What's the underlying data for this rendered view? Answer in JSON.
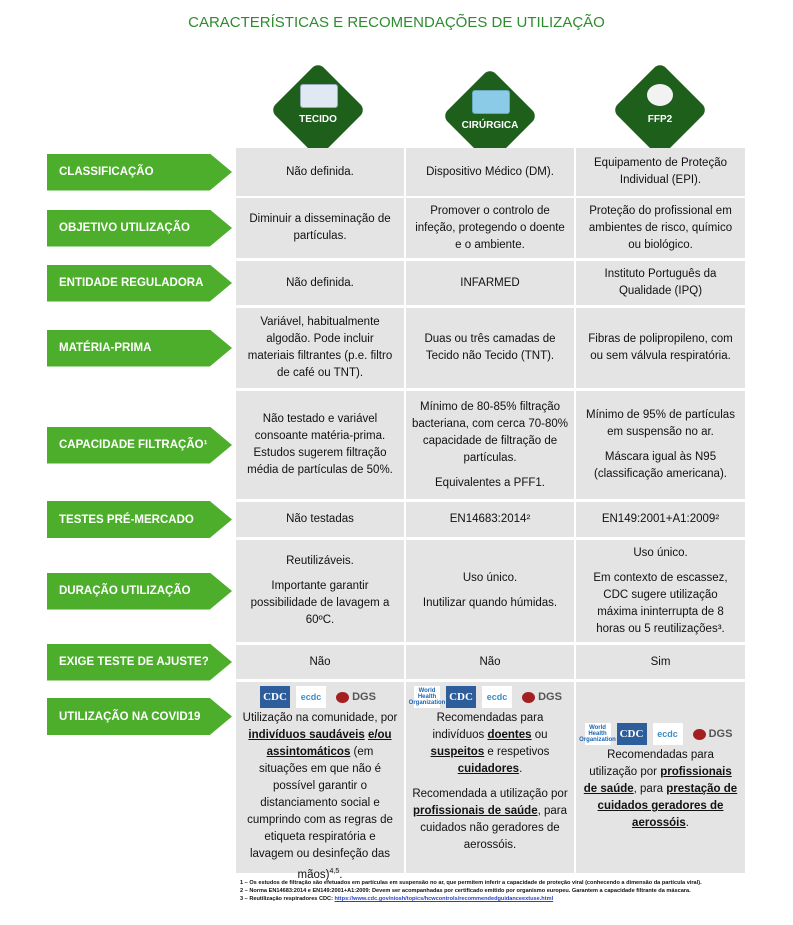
{
  "title": "CARACTERÍSTICAS E RECOMENDAÇÕES DE UTILIZAÇÃO",
  "columns": [
    {
      "label": "TECIDO",
      "icon": "cloth-mask-icon"
    },
    {
      "label": "CIRÚRGICA",
      "icon": "surgical-mask-icon"
    },
    {
      "label": "FFP2",
      "icon": "ffp2-respirator-icon"
    }
  ],
  "rows": [
    {
      "label": "CLASSIFICAÇÃO",
      "cells": [
        [
          "Não definida."
        ],
        [
          "Dispositivo Médico (DM)."
        ],
        [
          "Equipamento de Proteção Individual (EPI)."
        ]
      ]
    },
    {
      "label": "OBJETIVO UTILIZAÇÃO",
      "cells": [
        [
          "Diminuir a disseminação de partículas."
        ],
        [
          "Promover o controlo de infeção, protegendo o doente e o ambiente."
        ],
        [
          "Proteção do profissional em ambientes de risco, químico ou biológico."
        ]
      ]
    },
    {
      "label": "ENTIDADE REGULADORA",
      "cells": [
        [
          "Não definida."
        ],
        [
          "INFARMED"
        ],
        [
          "Instituto Português da Qualidade (IPQ)"
        ]
      ]
    },
    {
      "label": "MATÉRIA-PRIMA",
      "cells": [
        [
          "Variável, habitualmente algodão. Pode incluir materiais filtrantes (p.e. filtro de café ou TNT)."
        ],
        [
          "Duas ou três camadas de Tecido não Tecido (TNT)."
        ],
        [
          "Fibras de polipropileno, com ou sem válvula respiratória."
        ]
      ]
    },
    {
      "label": "CAPACIDADE FILTRAÇÃO¹",
      "cells": [
        [
          "Não testado e variável consoante matéria-prima. Estudos sugerem filtração média de partículas de 50%."
        ],
        [
          "Mínimo de 80-85% filtração bacteriana, com cerca 70-80% capacidade de filtração de partículas.",
          "Equivalentes a PFF1."
        ],
        [
          "Mínimo de 95% de partículas em suspensão no ar.",
          "Máscara igual às N95 (classificação americana)."
        ]
      ]
    },
    {
      "label": "TESTES PRÉ-MERCADO",
      "cells": [
        [
          "Não testadas"
        ],
        [
          "EN14683:2014²"
        ],
        [
          "EN149:2001+A1:2009²"
        ]
      ]
    },
    {
      "label": "DURAÇÃO UTILIZAÇÃO",
      "cells": [
        [
          "Reutilizáveis.",
          "Importante garantir possibilidade de lavagem a 60ºC."
        ],
        [
          "Uso único.",
          "Inutilizar quando húmidas."
        ],
        [
          "Uso único.",
          "Em contexto de escassez, CDC sugere utilização máxima ininterrupta de 8 horas ou 5 reutilizações³."
        ]
      ]
    },
    {
      "label": "EXIGE TESTE DE AJUSTE?",
      "cells": [
        [
          "Não"
        ],
        [
          "Não"
        ],
        [
          "Sim"
        ]
      ]
    }
  ],
  "covid": {
    "label": "UTILIZAÇÃO NA COVID19",
    "logos": {
      "who": "World Health Organization",
      "cdc": "CDC",
      "ecdc": "ecdc",
      "dgs": "DGS"
    },
    "c1": {
      "t1": "Utilização na comunidade, por ",
      "u1": "indivíduos saudáveis",
      "t2": " ",
      "u2": "e/ou assintomáticos",
      "t3": " (em situações em que não é possível garantir o distanciamento social e cumprindo com as regras de etiqueta respiratória e lavagem ou desinfeção das mãos)",
      "sup": "4,5",
      "t4": "."
    },
    "c2": {
      "t1": "Recomendadas para indivíduos ",
      "u1": "doentes",
      "t2": " ou ",
      "u2": "suspeitos",
      "t3": " e respetivos ",
      "u3": "cuidadores",
      "t4": ".",
      "p2a": "Recomendada a utilização por ",
      "p2u": "profissionais de saúde",
      "p2b": ", para cuidados não geradores de aerossóis."
    },
    "c3": {
      "t1": "Recomendadas para utilização por ",
      "u1": "profissionais de saúde",
      "t2": ", para ",
      "u2": "prestação de cuidados geradores de aerossóis",
      "t3": "."
    }
  },
  "footnotes": {
    "f1": "1 – Os estudos de filtração são efetuados em partículas em suspensão no ar, que permitem inferir a capacidade de proteção viral (conhecendo a dimensão da partícula viral).",
    "f2": "2 – Norma EN14683:2014 e EN149:2001+A1:2009: Devem ser acompanhadas por certificado emitido por organismo europeu. Garantem a capacidade filtrante da máscara.",
    "f3": "3 – Reutilização respiradores CDC: ",
    "link": "https://www.cdc.gov/niosh/topics/hcwcontrols/recommendedguidanceextuse.html"
  }
}
